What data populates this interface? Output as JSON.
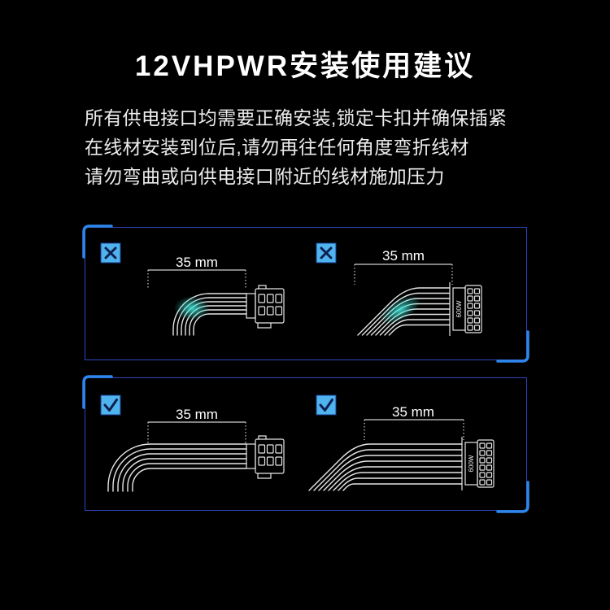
{
  "title": "12VHPWR安装使用建议",
  "instructions": [
    "所有供电接口均需要正确安装,锁定卡扣并确保插紧",
    "在线材安装到位后,请勿再往任何角度弯折线材",
    "请勿弯曲或向供电接口附近的线材施加压力"
  ],
  "colors": {
    "background": "#000000",
    "text": "#ffffff",
    "panel_border": "#2c46c0",
    "corner_accent": "#2f86ea",
    "icon_fill": "#4fb3ee",
    "icon_mark": "#0d1f4f",
    "cable": "#e6e6e6",
    "stress_glow": "#3fe6d8"
  },
  "panels": [
    {
      "examples": [
        {
          "icon": "cross-icon",
          "dimension_label": "35 mm"
        },
        {
          "icon": "cross-icon",
          "dimension_label": "35 mm",
          "connector_label": "600W"
        }
      ]
    },
    {
      "examples": [
        {
          "icon": "check-icon",
          "dimension_label": "35 mm"
        },
        {
          "icon": "check-icon",
          "dimension_label": "35 mm",
          "connector_label": "600W"
        }
      ]
    }
  ]
}
